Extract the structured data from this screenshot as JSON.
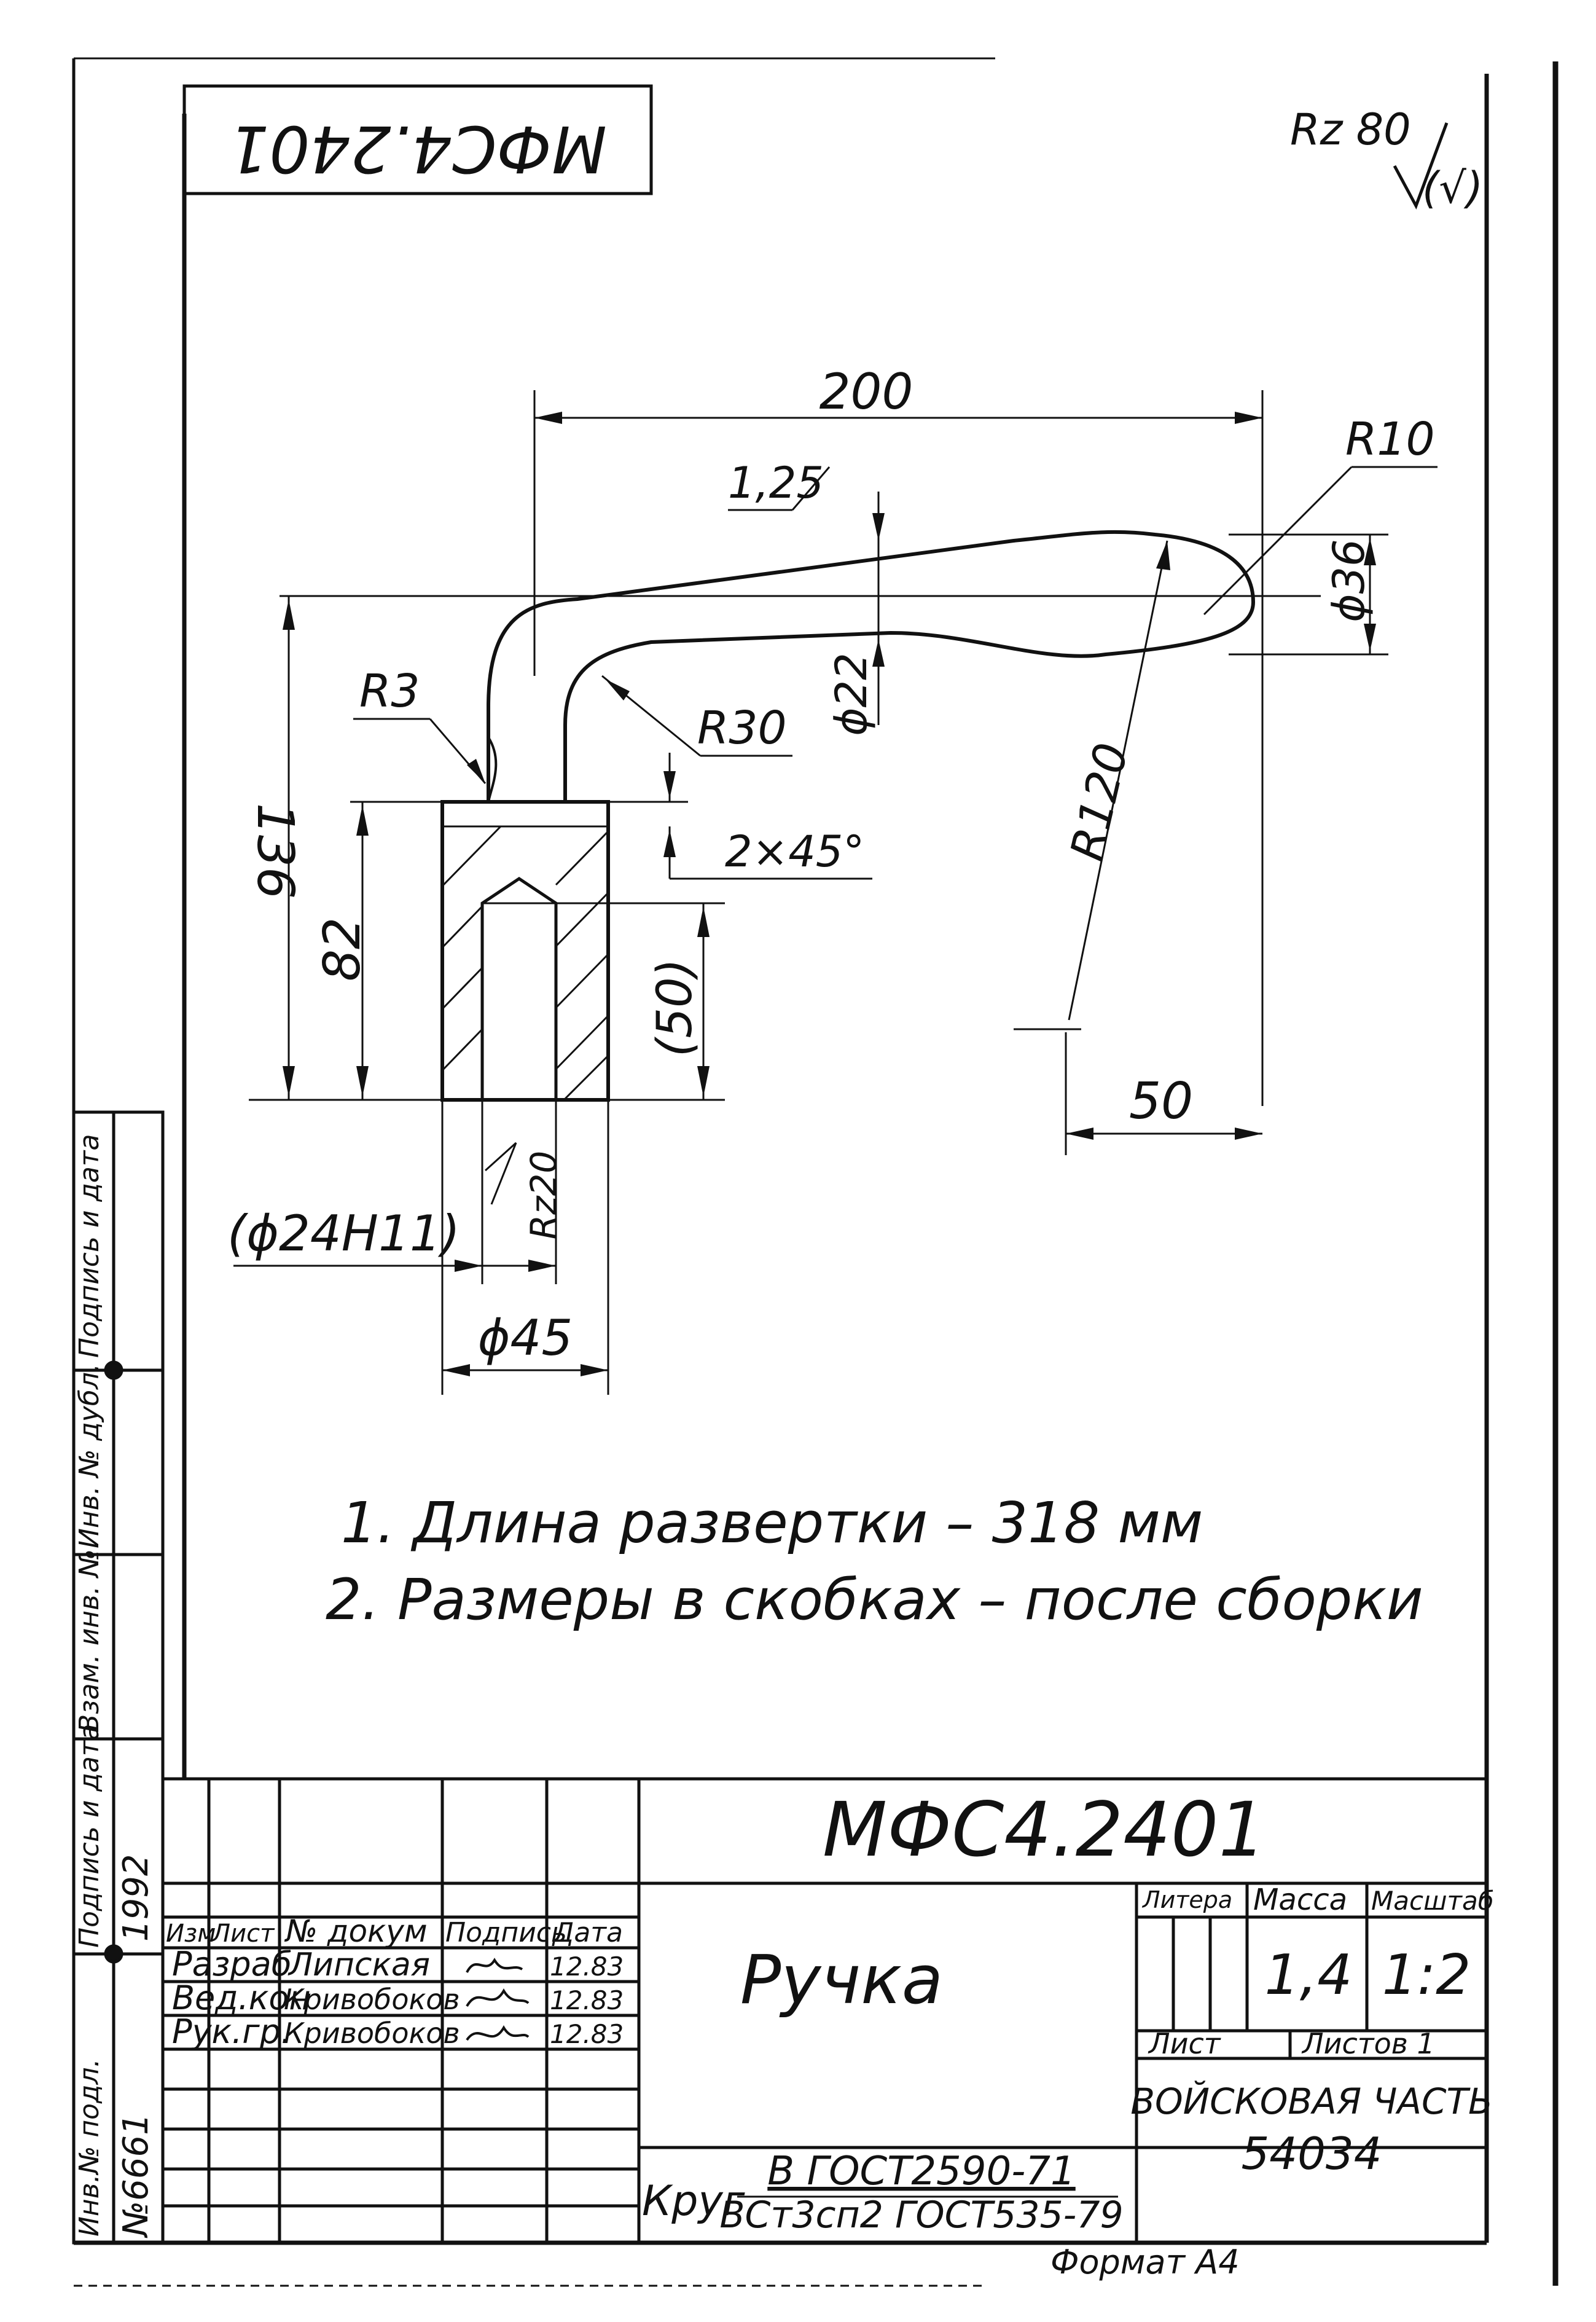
{
  "stamp_top": "МФС4.2401",
  "roughness": {
    "general": "Rz 80",
    "bracket": "(√)",
    "bore": "Rz20"
  },
  "dimensions": {
    "width": "200",
    "r10": "R10",
    "roughness_125": "1,25",
    "d36": "ϕ36",
    "r3": "R3",
    "r30": "R30",
    "d22": "ϕ22",
    "r120": "R120",
    "chamfer": "2×45°",
    "h136": "136",
    "h82": "82",
    "h50": "(50)",
    "w50": "50",
    "bore": "(ϕ24H11)",
    "d45": "ϕ45"
  },
  "notes": [
    "1. Длина развертки – 318 мм",
    "2. Размеры в скобках – после сборки"
  ],
  "title_block": {
    "designation": "МФС4.2401",
    "part_name": "Ручка",
    "material_label": "Круг",
    "material_top": "В ГОСТ2590-71",
    "material_bottom": "ВСт3сп2 ГОСТ535-79",
    "col_headers": [
      "Изм",
      "Лист",
      "№ докум",
      "Подпись",
      "Дата"
    ],
    "rows": [
      {
        "role": "Разраб",
        "name": "Липская",
        "date": "12.83"
      },
      {
        "role": "Вед.кон",
        "name": "Кривобоков",
        "date": "12.83"
      },
      {
        "role": "Рук.гр.",
        "name": "Кривобоков",
        "date": "12.83"
      }
    ],
    "litera_label": "Литера",
    "mass_label": "Масса",
    "scale_label": "Масштаб",
    "mass": "1,4",
    "scale": "1:2",
    "sheet_label": "Лист",
    "sheets_label": "Листов 1",
    "org": "ВОЙСКОВАЯ ЧАСТЬ",
    "org_number": "54034",
    "format": "Формат А4"
  },
  "side_stamp": {
    "labels": [
      "Инв.№ подл.",
      "Подпись и дата",
      "Взам. инв. №",
      "Инв. № дубл.",
      "Подпись и дата"
    ],
    "inv_number": "№6661",
    "handwritten": "1992"
  }
}
